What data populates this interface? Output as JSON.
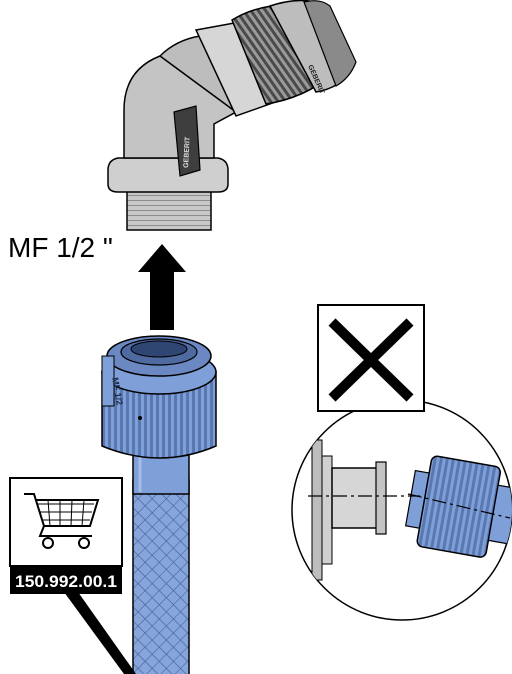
{
  "labels": {
    "thread_size": "MF 1/2 \"",
    "article_number": "150.992.00.1",
    "brand_mark": "GEBERIT",
    "nut_mark": "MF 1/2"
  },
  "icons": {
    "shopping_cart": "shopping-cart-icon",
    "wrong_mark": "x-mark-icon",
    "up_arrow": "arrow-up-icon"
  },
  "colors": {
    "hose_blue": "#7f9fd8",
    "hose_blue_dark": "#5a78b0",
    "fitting_grey": "#bdbdbd",
    "fitting_dark": "#4a4a4a",
    "ink": "#000000"
  }
}
